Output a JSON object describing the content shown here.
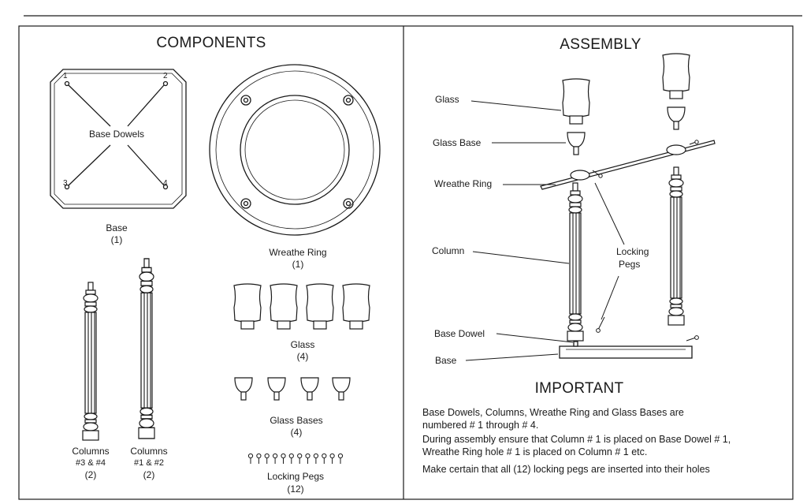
{
  "components": {
    "heading": "COMPONENTS",
    "base": {
      "inner_label": "Base Dowels",
      "name": "Base",
      "qty": "(1)",
      "holes": [
        "1",
        "2",
        "3",
        "4"
      ]
    },
    "wreathe_ring": {
      "name": "Wreathe Ring",
      "qty": "(1)"
    },
    "columns_34": {
      "name": "Columns",
      "numbers": "#3 & #4",
      "qty": "(2)"
    },
    "columns_12": {
      "name": "Columns",
      "numbers": "#1 & #2",
      "qty": "(2)"
    },
    "glass": {
      "name": "Glass",
      "qty": "(4)",
      "count": 4
    },
    "glass_bases": {
      "name": "Glass Bases",
      "qty": "(4)",
      "count": 4
    },
    "locking_pegs": {
      "name": "Locking Pegs",
      "qty": "(12)",
      "count": 12
    }
  },
  "assembly": {
    "heading": "ASSEMBLY",
    "callouts": {
      "glass": "Glass",
      "glass_base": "Glass Base",
      "wreathe_ring": "Wreathe Ring",
      "column": "Column",
      "locking_pegs_line1": "Locking",
      "locking_pegs_line2": "Pegs",
      "base_dowel": "Base Dowel",
      "base": "Base"
    }
  },
  "important": {
    "heading": "IMPORTANT",
    "lines": [
      "Base Dowels, Columns, Wreathe Ring and Glass Bases are",
      "numbered # 1 through # 4.",
      "During assembly ensure that Column # 1 is placed on Base Dowel # 1,",
      "Wreathe Ring hole # 1 is placed on Column # 1 etc.",
      "Make certain that all (12) locking pegs are inserted into their holes"
    ]
  },
  "colors": {
    "ink": "#1a1a1a",
    "paper": "#ffffff"
  }
}
